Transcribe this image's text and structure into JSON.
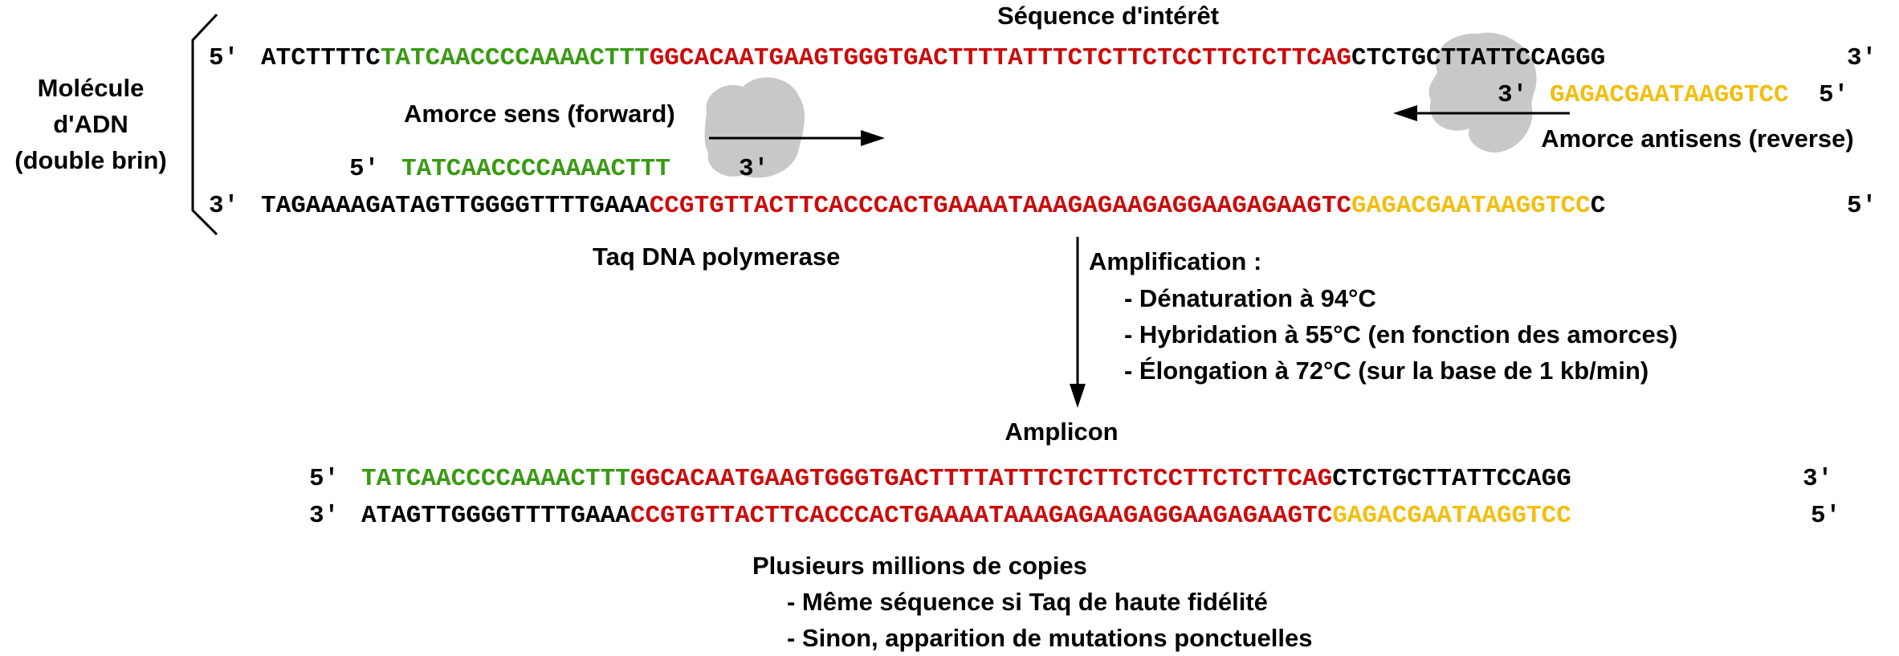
{
  "labels": {
    "molecule_line1": "Molécule",
    "molecule_line2": "d'ADN",
    "molecule_line3": "(double brin)",
    "sequence_of_interest": "Séquence d'intérêt",
    "forward_primer": "Amorce sens (forward)",
    "reverse_primer": "Amorce antisens (reverse)",
    "polymerase": "Taq DNA polymerase",
    "amplicon": "Amplicon"
  },
  "ends": {
    "five": "5'",
    "three": "3'"
  },
  "dna": {
    "top": {
      "pre": "ATCTTTTC",
      "primer": "TATCAACCCCAAAACTTT",
      "target": "GGCACAATGAAGTGGGTGACTTTTATTTCTCTTCTCCTTCTCTTCAG",
      "post": "CTCTGCTTATTCCAGGG"
    },
    "bottom": {
      "pre": "TAGAAAAGATAGTTGGGGTTTTGAAA",
      "target": "CCGTGTTACTTCACCCACTGAAAATAAAGAGAAGAGGAAGAGAAGTC",
      "primer": "GAGACGAATAAGGTCC",
      "post": "C"
    }
  },
  "primers": {
    "forward": "TATCAACCCCAAAACTTT",
    "reverse": "GAGACGAATAAGGTCC"
  },
  "amplification": {
    "title": "Amplification :",
    "steps": [
      "- Dénaturation à 94°C",
      "- Hybridation à 55°C (en fonction des amorces)",
      "- Élongation à 72°C (sur la base de 1 kb/min)"
    ]
  },
  "amplicon": {
    "top": {
      "primer": "TATCAACCCCAAAACTTT",
      "target": "GGCACAATGAAGTGGGTGACTTTTATTTCTCTTCTCCTTCTCTTCAG",
      "post": "CTCTGCTTATTCCAGG"
    },
    "bottom": {
      "pre": "ATAGTTGGGGTTTTGAAA",
      "target": "CCGTGTTACTTCACCCACTGAAAATAAAGAGAAGAGGAAGAGAAGTC",
      "primer": "GAGACGAATAAGGTCC"
    }
  },
  "copies": {
    "title": "Plusieurs millions de copies",
    "notes": [
      "- Même séquence si Taq de haute fidélité",
      "- Sinon, apparition de mutations ponctuelles"
    ]
  },
  "colors": {
    "primer_forward": "#3a9a14",
    "target": "#cc0b0b",
    "primer_reverse": "#f2be0f",
    "plain": "#000000",
    "enzyme": "#c8c8c8"
  }
}
